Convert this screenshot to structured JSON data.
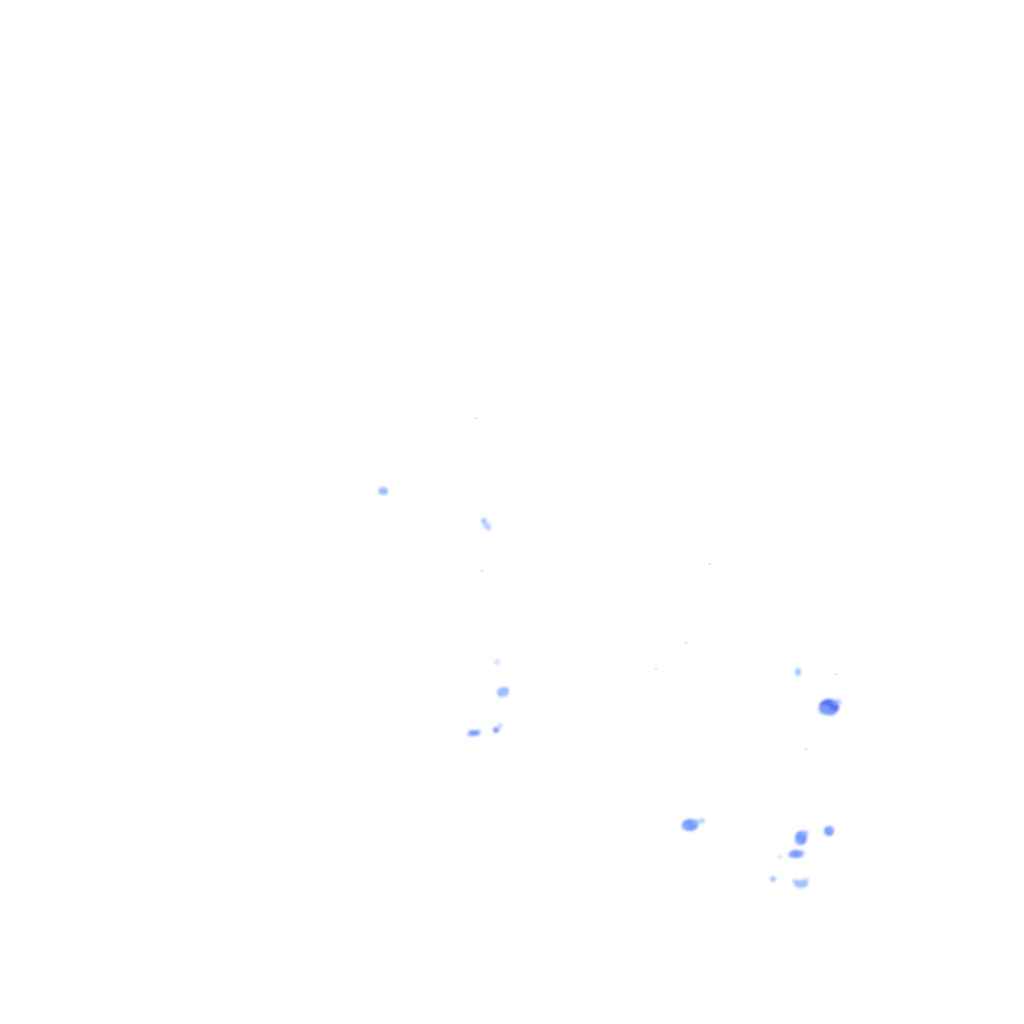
{
  "map": {
    "layer": "rain-radar-overlay",
    "background": "#ffffff",
    "palette": {
      "very_light": "#c6dcff",
      "light": "#8fb8ff",
      "medium": "#5f86ff",
      "heavy": "#3b55f2"
    },
    "echoes": [
      {
        "intensity": "light"
      },
      {
        "intensity": "light"
      },
      {
        "intensity": "very_light"
      },
      {
        "intensity": "light"
      },
      {
        "intensity": "medium"
      },
      {
        "intensity": "medium"
      },
      {
        "intensity": "light"
      },
      {
        "intensity": "heavy"
      },
      {
        "intensity": "medium"
      },
      {
        "intensity": "medium"
      },
      {
        "intensity": "medium"
      },
      {
        "intensity": "medium"
      },
      {
        "intensity": "light"
      },
      {
        "intensity": "light"
      },
      {
        "intensity": "very_light"
      }
    ]
  }
}
